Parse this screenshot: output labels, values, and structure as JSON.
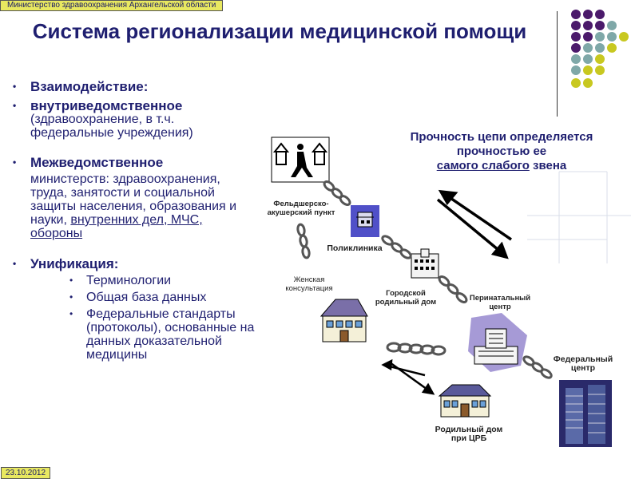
{
  "header": {
    "organization": "Министерство здравоохранения Архангельской области"
  },
  "footer": {
    "date": "23.10.2012"
  },
  "slide": {
    "title": "Система регионализации медицинской помощи"
  },
  "content": {
    "interaction_heading": "Взаимодействие:",
    "intra_heading": "внутриведомственное",
    "intra_text": "(здравоохранение, в т.ч. федеральные учреждения)",
    "inter_heading": "Межведомственное",
    "inter_text_a": "министерств: здравоохранения, труда, занятости и социальной защиты населения, образования и науки,",
    "inter_text_b": "внутренних дел, МЧС, обороны",
    "unification_heading": "Унификация:",
    "unification_items": [
      "Терминологии",
      "Общая база данных",
      "Федеральные стандарты (протоколы), основанные на данных доказательной медицины"
    ]
  },
  "quote": {
    "line1": "Прочность цепи определяется прочностью ее",
    "link_text": "самого слабого",
    "tail": "звена"
  },
  "diagram": {
    "labels": {
      "fap": "Фельдшерско-акушерский пункт",
      "polyclinic": "Поликлиника",
      "womens_consultation": "Женская консультация",
      "city_maternity": "Городской родильный дом",
      "perinatal": "Перинатальный центр",
      "federal": "Федеральный центр",
      "crb_maternity": "Родильный дом при ЦРБ"
    }
  },
  "colors": {
    "title": "#1f1f70",
    "label_bg": "#e8e860",
    "dot_purple": "#4b1a6b",
    "dot_teal": "#7fa8a8",
    "dot_olive": "#c8c820"
  }
}
